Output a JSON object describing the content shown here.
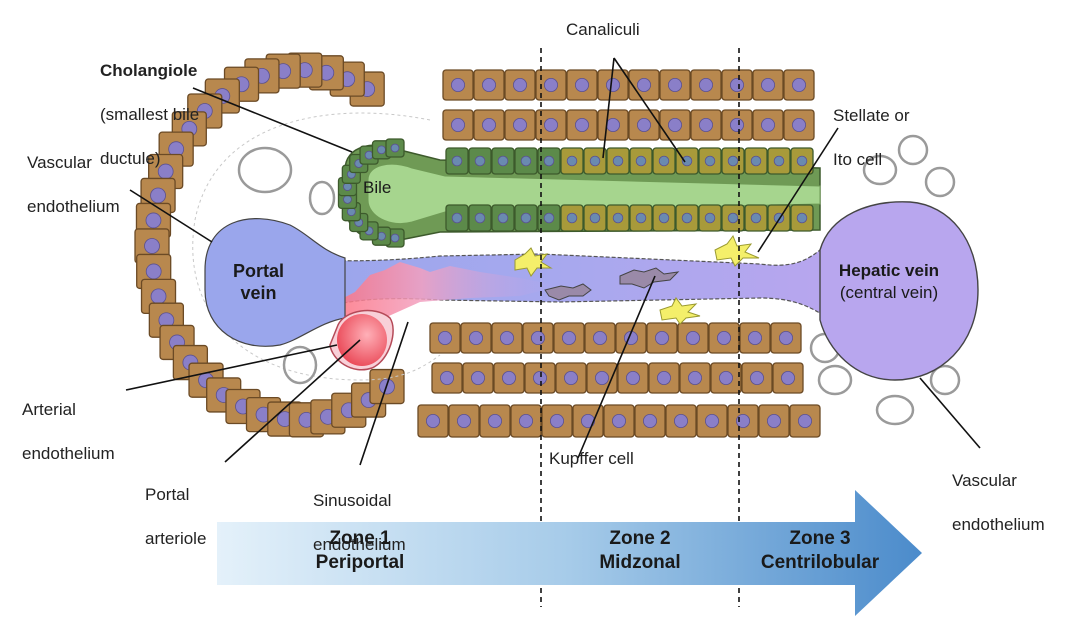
{
  "labels": {
    "cholangiole_title": "Cholangiole",
    "cholangiole_sub1": "(smallest bile",
    "cholangiole_sub2": "ductule)",
    "canaliculi": "Canaliculi",
    "stellate1": "Stellate or",
    "stellate2": "Ito cell",
    "vascular_endo_left1": "Vascular",
    "vascular_endo_left2": "endothelium",
    "bile": "Bile",
    "portal_vein1": "Portal",
    "portal_vein2": "vein",
    "hepatic_vein1": "Hepatic vein",
    "hepatic_vein2": "(central vein)",
    "arterial_endo1": "Arterial",
    "arterial_endo2": "endothelium",
    "portal_arteriole1": "Portal",
    "portal_arteriole2": "arteriole",
    "sinusoidal_endo1": "Sinusoidal",
    "sinusoidal_endo2": "endothelium",
    "kupffer": "Kupffer cell",
    "vascular_endo_right1": "Vascular",
    "vascular_endo_right2": "endothelium"
  },
  "zones": [
    {
      "line1": "Zone 1",
      "line2": "Periportal"
    },
    {
      "line1": "Zone 2",
      "line2": "Midzonal"
    },
    {
      "line1": "Zone 3",
      "line2": "Centrilobular"
    }
  ],
  "colors": {
    "hepatocyte": "#b8884e",
    "hepatocyte_border": "#6b4a25",
    "nucleus": "#8a7fc8",
    "portal_vein": "#9aa6ec",
    "hepatic_vein": "#b8a6ee",
    "arteriole": "#ee5a6a",
    "bile": "#9fd08a",
    "cholangiocyte": "#5c8a4a",
    "arrow_start": "#dfeef8",
    "arrow_end": "#4f8fcc"
  }
}
